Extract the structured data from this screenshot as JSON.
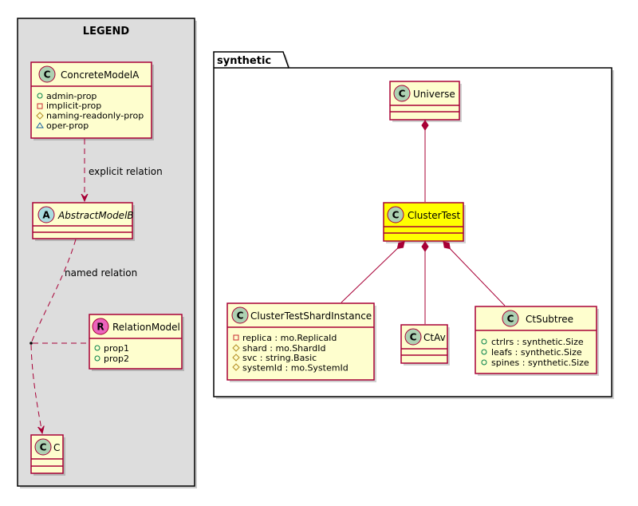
{
  "legend": {
    "title": "LEGEND",
    "concrete": {
      "name": "ConcreteModelA",
      "stereo": "C",
      "props": [
        {
          "vis": "+",
          "text": "admin-prop"
        },
        {
          "vis": "-",
          "text": "implicit-prop"
        },
        {
          "vis": "#",
          "text": "naming-readonly-prop"
        },
        {
          "vis": "~",
          "text": "oper-prop"
        }
      ]
    },
    "abstract": {
      "name": "AbstractModelB",
      "stereo": "A"
    },
    "relation_model": {
      "name": "RelationModel",
      "stereo": "R",
      "props": [
        {
          "vis": "+",
          "text": "prop1"
        },
        {
          "vis": "+",
          "text": "prop2"
        }
      ]
    },
    "c": {
      "name": "C",
      "stereo": "C"
    },
    "explicit_label": "explicit relation",
    "named_label": "named relation"
  },
  "package": {
    "name": "synthetic",
    "universe": {
      "name": "Universe",
      "stereo": "C"
    },
    "cluster_test": {
      "name": "ClusterTest",
      "stereo": "C",
      "highlight": "#FFFF00"
    },
    "shard_instance": {
      "name": "ClusterTestShardInstance",
      "stereo": "C",
      "props": [
        {
          "vis": "-",
          "text": "replica : mo.ReplicaId"
        },
        {
          "vis": "#",
          "text": "shard : mo.ShardId"
        },
        {
          "vis": "#",
          "text": "svc : string.Basic"
        },
        {
          "vis": "#",
          "text": "systemId : mo.SystemId"
        }
      ]
    },
    "ctav": {
      "name": "CtAv",
      "stereo": "C"
    },
    "ctsubtree": {
      "name": "CtSubtree",
      "stereo": "C",
      "props": [
        {
          "vis": "+",
          "text": "ctrlrs : synthetic.Size"
        },
        {
          "vis": "+",
          "text": "leafs : synthetic.Size"
        },
        {
          "vis": "+",
          "text": "spines : synthetic.Size"
        }
      ]
    }
  },
  "colors": {
    "class_fill": "#FEFECE",
    "class_border": "#A80036",
    "circle_class": "#ADD1B2",
    "circle_abstract": "#A9DCDF",
    "circle_relation": "#EB64BC",
    "legend_fill": "#DDDDDD",
    "highlight": "#FFFF00"
  }
}
